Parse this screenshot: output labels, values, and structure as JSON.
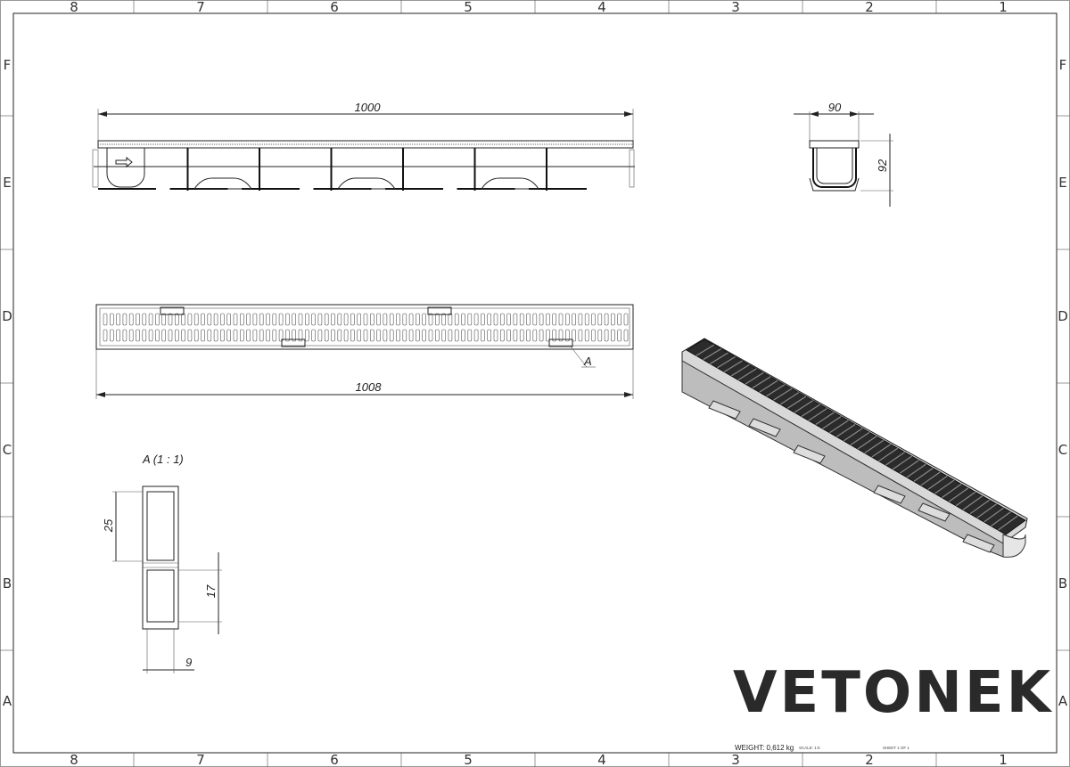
{
  "sheet": {
    "column_labels": [
      "8",
      "7",
      "6",
      "5",
      "4",
      "3",
      "2",
      "1"
    ],
    "row_labels": [
      "F",
      "E",
      "D",
      "C",
      "B",
      "A"
    ]
  },
  "views": {
    "front": {
      "length_dim": "1000"
    },
    "section": {
      "width_dim": "90",
      "height_dim": "92"
    },
    "top": {
      "length_dim": "1008",
      "detail_callout": "A"
    },
    "detail": {
      "title": "A (1 : 1)",
      "dim_pitch": "25",
      "dim_slot": "17",
      "dim_bar": "9"
    }
  },
  "logo": "VETONEK",
  "title_block": {
    "weight": "WEIGHT: 0,612 kg",
    "scale": "SCALE: 1:5",
    "sheet": "SHEET 1 OF 1"
  }
}
